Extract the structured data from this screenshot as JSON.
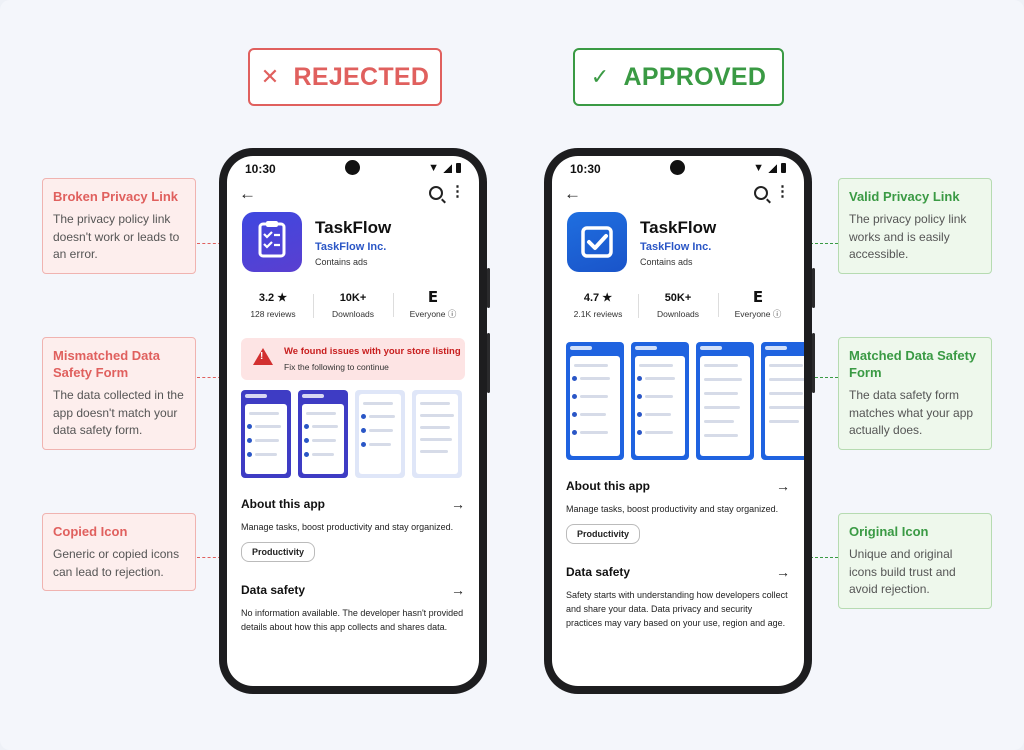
{
  "verdicts": {
    "rejected": {
      "symbol": "✕",
      "label": "REJECTED"
    },
    "approved": {
      "symbol": "✓",
      "label": "APPROVED"
    }
  },
  "callouts_left": [
    {
      "title": "Broken Privacy Link",
      "body": "The privacy policy link doesn't work or leads to an error."
    },
    {
      "title": "Mismatched Data Safety Form",
      "body": "The data collected in the app doesn't match your data safety form."
    },
    {
      "title": "Copied Icon",
      "body": "Generic or copied icons can lead to rejection."
    }
  ],
  "callouts_right": [
    {
      "title": "Valid Privacy Link",
      "body": "The privacy policy link works and is easily accessible."
    },
    {
      "title": "Matched Data Safety Form",
      "body": "The data safety form matches what your app actually does."
    },
    {
      "title": "Original Icon",
      "body": "Unique and original icons build trust and avoid rejection."
    }
  ],
  "colors": {
    "reject": "#e0605e",
    "approve": "#3a9a44",
    "dev_link": "#2a56c6",
    "warning": "#d23030"
  },
  "left_phone": {
    "time": "10:30",
    "app_name": "TaskFlow",
    "developer": "TaskFlow Inc.",
    "ads": "Contains ads",
    "icon": "clipboard-checklist-icon",
    "rating": "3.2",
    "rating_label": "128 reviews",
    "downloads": "10K+",
    "downloads_label": "Downloads",
    "content_rating": "E",
    "content_label": "Everyone",
    "warning_title": "We found issues with your store listing",
    "warning_sub": "Fix the following to continue",
    "about_title": "About this app",
    "about_desc": "Manage tasks, boost productivity and stay organized.",
    "chip": "Productivity",
    "safety_title": "Data safety",
    "safety_desc": "No information available. The developer hasn't provided details about how this app collects and shares data."
  },
  "right_phone": {
    "time": "10:30",
    "app_name": "TaskFlow",
    "developer": "TaskFlow Inc.",
    "ads": "Contains ads",
    "icon": "checkbox-icon",
    "rating": "4.7",
    "rating_label": "2.1K reviews",
    "downloads": "50K+",
    "downloads_label": "Downloads",
    "content_rating": "E",
    "content_label": "Everyone",
    "about_title": "About this app",
    "about_desc": "Manage tasks, boost productivity and stay organized.",
    "chip": "Productivity",
    "safety_title": "Data safety",
    "safety_desc": "Safety starts with understanding how developers collect and share your data. Data privacy and security practices may vary based on your use, region and age."
  }
}
